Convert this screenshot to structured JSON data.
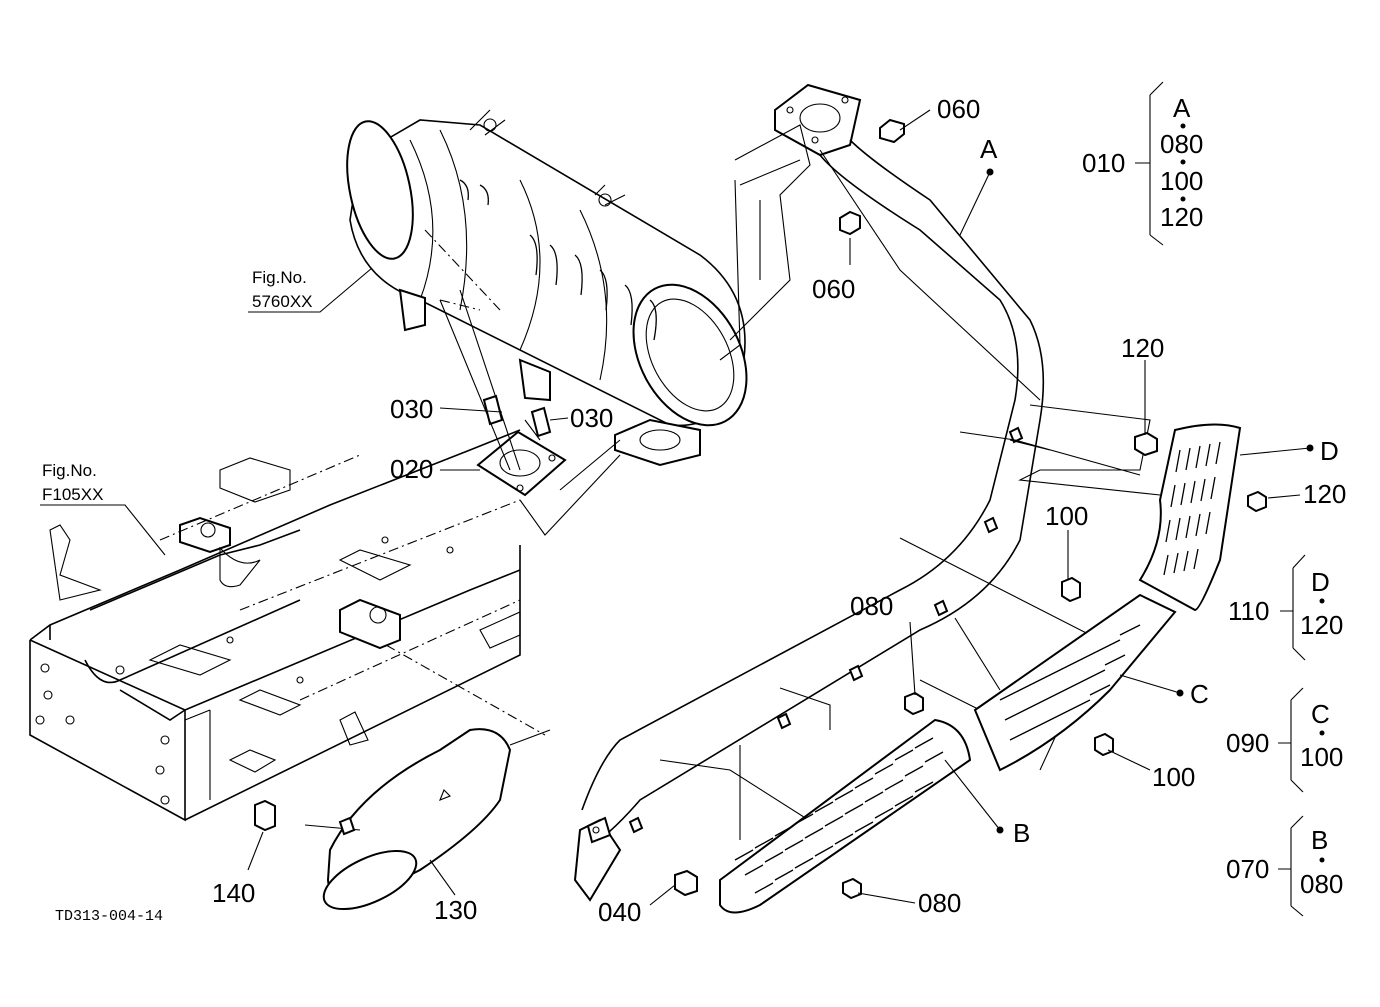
{
  "figure_code": "TD313-004-14",
  "fig_refs": {
    "muffler": {
      "line1": "Fig.No.",
      "line2": "5760XX"
    },
    "frame": {
      "line1": "Fig.No.",
      "line2": "F105XX"
    }
  },
  "callouts": {
    "c060a": "060",
    "c060b": "060",
    "c030a": "030",
    "c030b": "030",
    "c020": "020",
    "c120a": "120",
    "c120b": "120",
    "c100a": "100",
    "c100b": "100",
    "c080a": "080",
    "c080b": "080",
    "c140": "140",
    "c130": "130",
    "c040": "040"
  },
  "ref_points": {
    "A": "A",
    "B": "B",
    "C": "C",
    "D": "D"
  },
  "assemblies": [
    {
      "num": "010",
      "items": [
        "A",
        "080",
        "100",
        "120"
      ]
    },
    {
      "num": "110",
      "items": [
        "D",
        "120"
      ]
    },
    {
      "num": "090",
      "items": [
        "C",
        "100"
      ]
    },
    {
      "num": "070",
      "items": [
        "B",
        "080"
      ]
    }
  ]
}
